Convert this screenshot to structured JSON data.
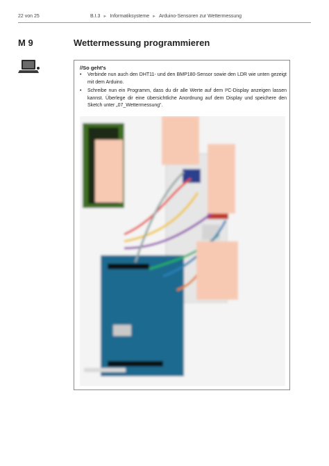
{
  "header": {
    "page": "22 von 25",
    "section": "B.I.3",
    "topic": "Informatiksysteme",
    "subtopic": "Arduino-Sensoren zur Wettermessung"
  },
  "module": "M 9",
  "title": "Wettermessung programmieren",
  "task": {
    "heading": "//So geht's",
    "items": [
      "Verbinde nun auch den DHT11- und den BMP180-Sensor sowie den LDR wie unten gezeigt mit dem Arduino.",
      "Schreibe nun ein Programm, dass du dir alle Werte auf dem I²C-Display anzeigen lassen kannst. Überlege dir eine übersichtliche Anordnung auf dem Display und speichere den Sketch unter „07_Wettermessung“."
    ]
  },
  "icons": {
    "laptop": "laptop-icon",
    "bullet": "•",
    "separator": "►"
  },
  "colors": {
    "note": "#f7c9b3",
    "arduino": "#1f6b8f",
    "lcd_board": "#3a6b1e",
    "breadboard": "#e8e8e8"
  }
}
